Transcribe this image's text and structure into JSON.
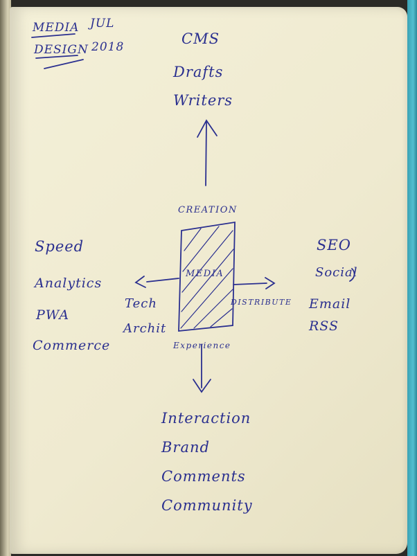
{
  "header": {
    "left_line1": "MEDIA",
    "left_line2": "DESIGN",
    "right_line1": "JUL",
    "right_line2": "2018"
  },
  "top": {
    "items": [
      "CMS",
      "Drafts",
      "Writers"
    ]
  },
  "center": {
    "label": "MEDIA",
    "caption_top": "CREATION",
    "caption_bottom": "Experience"
  },
  "left_arrow_label": [
    "Tech",
    "Archit"
  ],
  "right_arrow_label": "DISTRIBUTE",
  "left": {
    "items": [
      "Speed",
      "Analytics",
      "PWA",
      "Commerce"
    ]
  },
  "right": {
    "items": [
      "SEO",
      "Social",
      "Email",
      "RSS"
    ]
  },
  "bottom": {
    "items": [
      "Interaction",
      "Brand",
      "Comments",
      "Community"
    ]
  },
  "colors": {
    "ink": "#2a2f8f",
    "paper": "#f1ecd2",
    "cover": "#45b3c4"
  }
}
